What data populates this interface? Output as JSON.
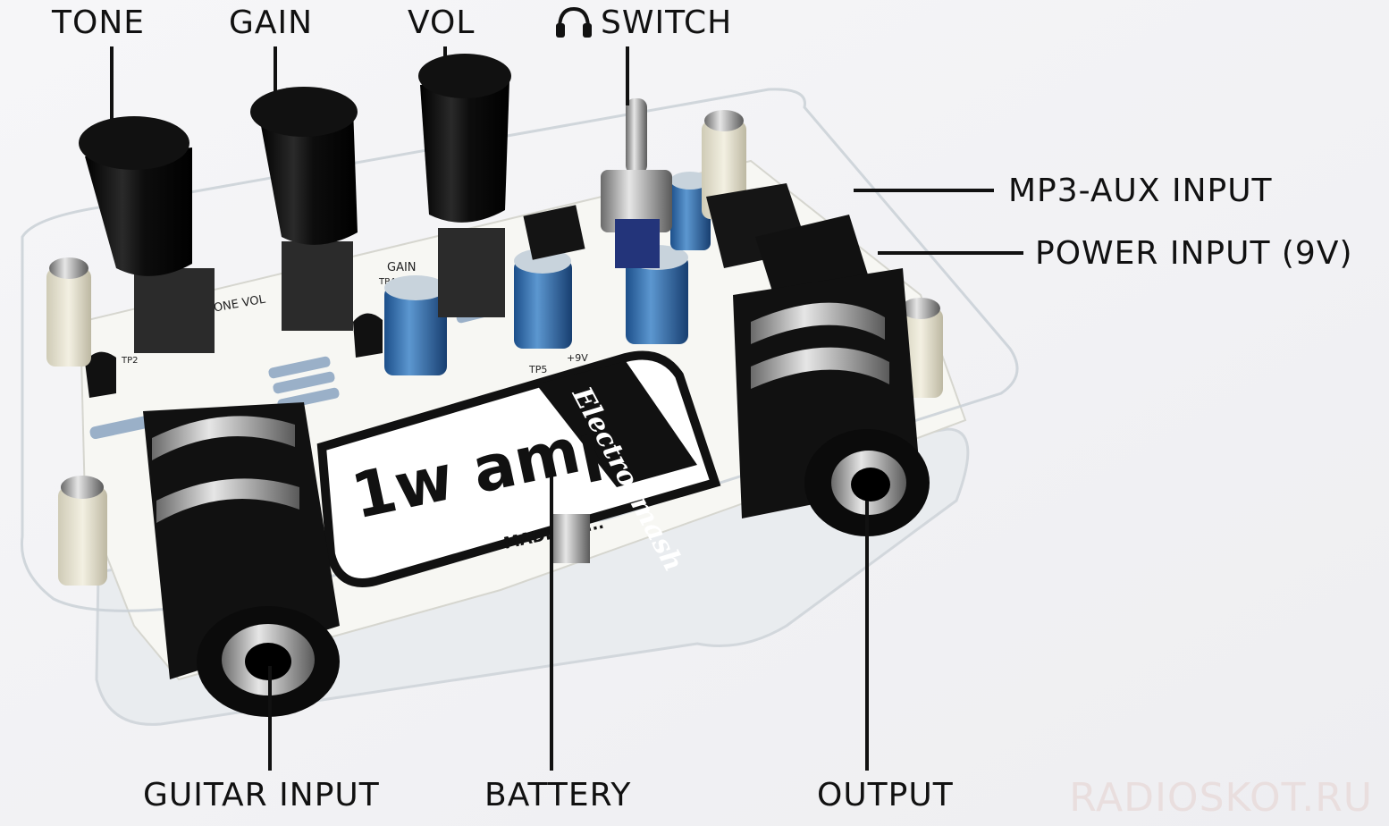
{
  "labels": {
    "tone": "TONE",
    "gain": "GAIN",
    "vol": "VOL",
    "switch": "SWITCH",
    "mp3_aux": "MP3-AUX INPUT",
    "power": "POWER INPUT (9V)",
    "guitar": "GUITAR INPUT",
    "battery": "BATTERY",
    "output": "OUTPUT"
  },
  "board": {
    "title": "1w amp",
    "brand": "Electrosmash",
    "silk_tone_vol": "TONE VOL",
    "silk_gain": "GAIN",
    "silk_tp4": "TP4",
    "silk_tp2": "TP2",
    "silk_tp5": "TP5",
    "silk_9v": "+9V",
    "silk_made": "MADE IN ... "
  },
  "watermark": "RADIOSKOT.RU",
  "icons": {
    "headphones": "headphones-icon"
  }
}
